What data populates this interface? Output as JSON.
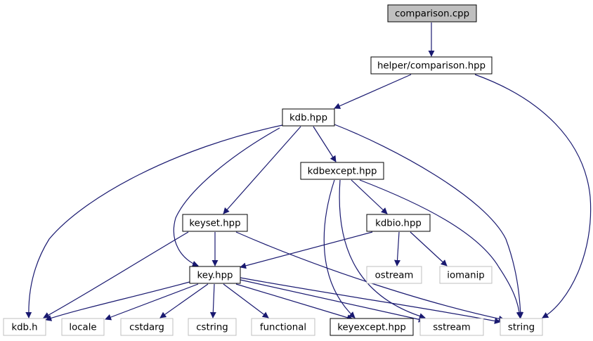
{
  "diagram": {
    "nodes": [
      {
        "id": "comparison_cpp",
        "label": "comparison.cpp",
        "style": "root"
      },
      {
        "id": "helper_comparison_hpp",
        "label": "helper/comparison.hpp",
        "style": "documented"
      },
      {
        "id": "kdb_hpp",
        "label": "kdb.hpp",
        "style": "documented"
      },
      {
        "id": "kdbexcept_hpp",
        "label": "kdbexcept.hpp",
        "style": "documented"
      },
      {
        "id": "keyset_hpp",
        "label": "keyset.hpp",
        "style": "documented"
      },
      {
        "id": "kdbio_hpp",
        "label": "kdbio.hpp",
        "style": "documented"
      },
      {
        "id": "key_hpp",
        "label": "key.hpp",
        "style": "documented"
      },
      {
        "id": "ostream",
        "label": "ostream",
        "style": "external"
      },
      {
        "id": "iomanip",
        "label": "iomanip",
        "style": "external"
      },
      {
        "id": "kdb_h",
        "label": "kdb.h",
        "style": "external"
      },
      {
        "id": "locale",
        "label": "locale",
        "style": "external"
      },
      {
        "id": "cstdarg",
        "label": "cstdarg",
        "style": "external"
      },
      {
        "id": "cstring",
        "label": "cstring",
        "style": "external"
      },
      {
        "id": "functional",
        "label": "functional",
        "style": "external"
      },
      {
        "id": "keyexcept_hpp",
        "label": "keyexcept.hpp",
        "style": "documented"
      },
      {
        "id": "sstream",
        "label": "sstream",
        "style": "external"
      },
      {
        "id": "string",
        "label": "string",
        "style": "external"
      }
    ],
    "edges": [
      {
        "from": "comparison_cpp",
        "to": "helper_comparison_hpp"
      },
      {
        "from": "helper_comparison_hpp",
        "to": "kdb_hpp"
      },
      {
        "from": "helper_comparison_hpp",
        "to": "string"
      },
      {
        "from": "kdb_hpp",
        "to": "kdb_h"
      },
      {
        "from": "kdb_hpp",
        "to": "key_hpp"
      },
      {
        "from": "kdb_hpp",
        "to": "keyset_hpp"
      },
      {
        "from": "kdb_hpp",
        "to": "kdbexcept_hpp"
      },
      {
        "from": "kdb_hpp",
        "to": "string"
      },
      {
        "from": "kdbexcept_hpp",
        "to": "kdbio_hpp"
      },
      {
        "from": "kdbexcept_hpp",
        "to": "keyexcept_hpp"
      },
      {
        "from": "kdbexcept_hpp",
        "to": "sstream"
      },
      {
        "from": "kdbexcept_hpp",
        "to": "string"
      },
      {
        "from": "keyset_hpp",
        "to": "key_hpp"
      },
      {
        "from": "keyset_hpp",
        "to": "kdb_h"
      },
      {
        "from": "keyset_hpp",
        "to": "string"
      },
      {
        "from": "kdbio_hpp",
        "to": "key_hpp"
      },
      {
        "from": "kdbio_hpp",
        "to": "ostream"
      },
      {
        "from": "kdbio_hpp",
        "to": "iomanip"
      },
      {
        "from": "key_hpp",
        "to": "kdb_h"
      },
      {
        "from": "key_hpp",
        "to": "locale"
      },
      {
        "from": "key_hpp",
        "to": "cstdarg"
      },
      {
        "from": "key_hpp",
        "to": "cstring"
      },
      {
        "from": "key_hpp",
        "to": "functional"
      },
      {
        "from": "key_hpp",
        "to": "keyexcept_hpp"
      },
      {
        "from": "key_hpp",
        "to": "sstream"
      },
      {
        "from": "key_hpp",
        "to": "string"
      }
    ],
    "colors": {
      "edge": "#191970",
      "root_fill": "#bfbfbf",
      "documented_border": "#000000",
      "external_border": "#bfbfbf",
      "text": "#000000"
    }
  }
}
